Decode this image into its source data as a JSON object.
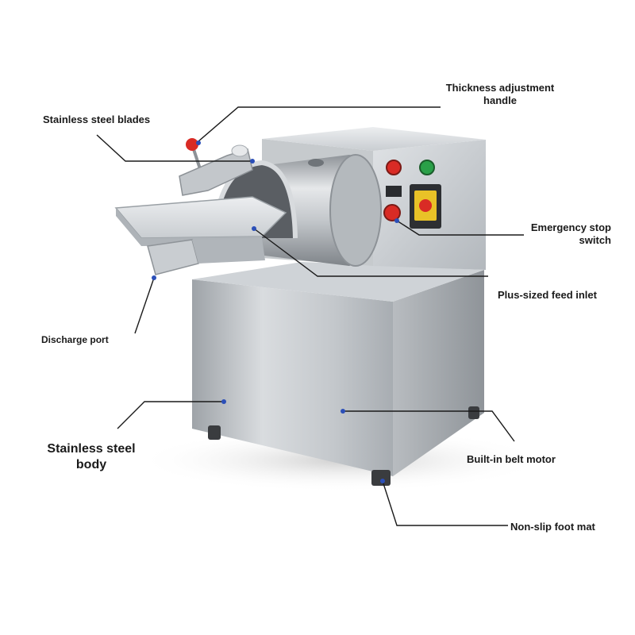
{
  "labels": {
    "thickness": {
      "line1": "Thickness adjustment",
      "line2": "handle"
    },
    "blades": {
      "text": "Stainless steel blades"
    },
    "emergency": {
      "line1": "Emergency stop",
      "line2": "switch"
    },
    "feed_inlet": {
      "text": "Plus-sized feed inlet"
    },
    "discharge": {
      "text": "Discharge port"
    },
    "body": {
      "line1": "Stainless steel",
      "line2": "body"
    },
    "motor": {
      "text": "Built-in belt motor"
    },
    "foot_mat": {
      "text": "Non-slip foot mat"
    }
  },
  "colors": {
    "steel_light": "#e4e6e8",
    "steel_mid": "#b9bdc1",
    "steel_dark": "#8d9297",
    "button_red": "#d92b25",
    "button_green": "#2aa048",
    "switch_yellow": "#e9c227",
    "leader_line": "#1a1a1a",
    "marker_dot": "#2b4fb8"
  }
}
